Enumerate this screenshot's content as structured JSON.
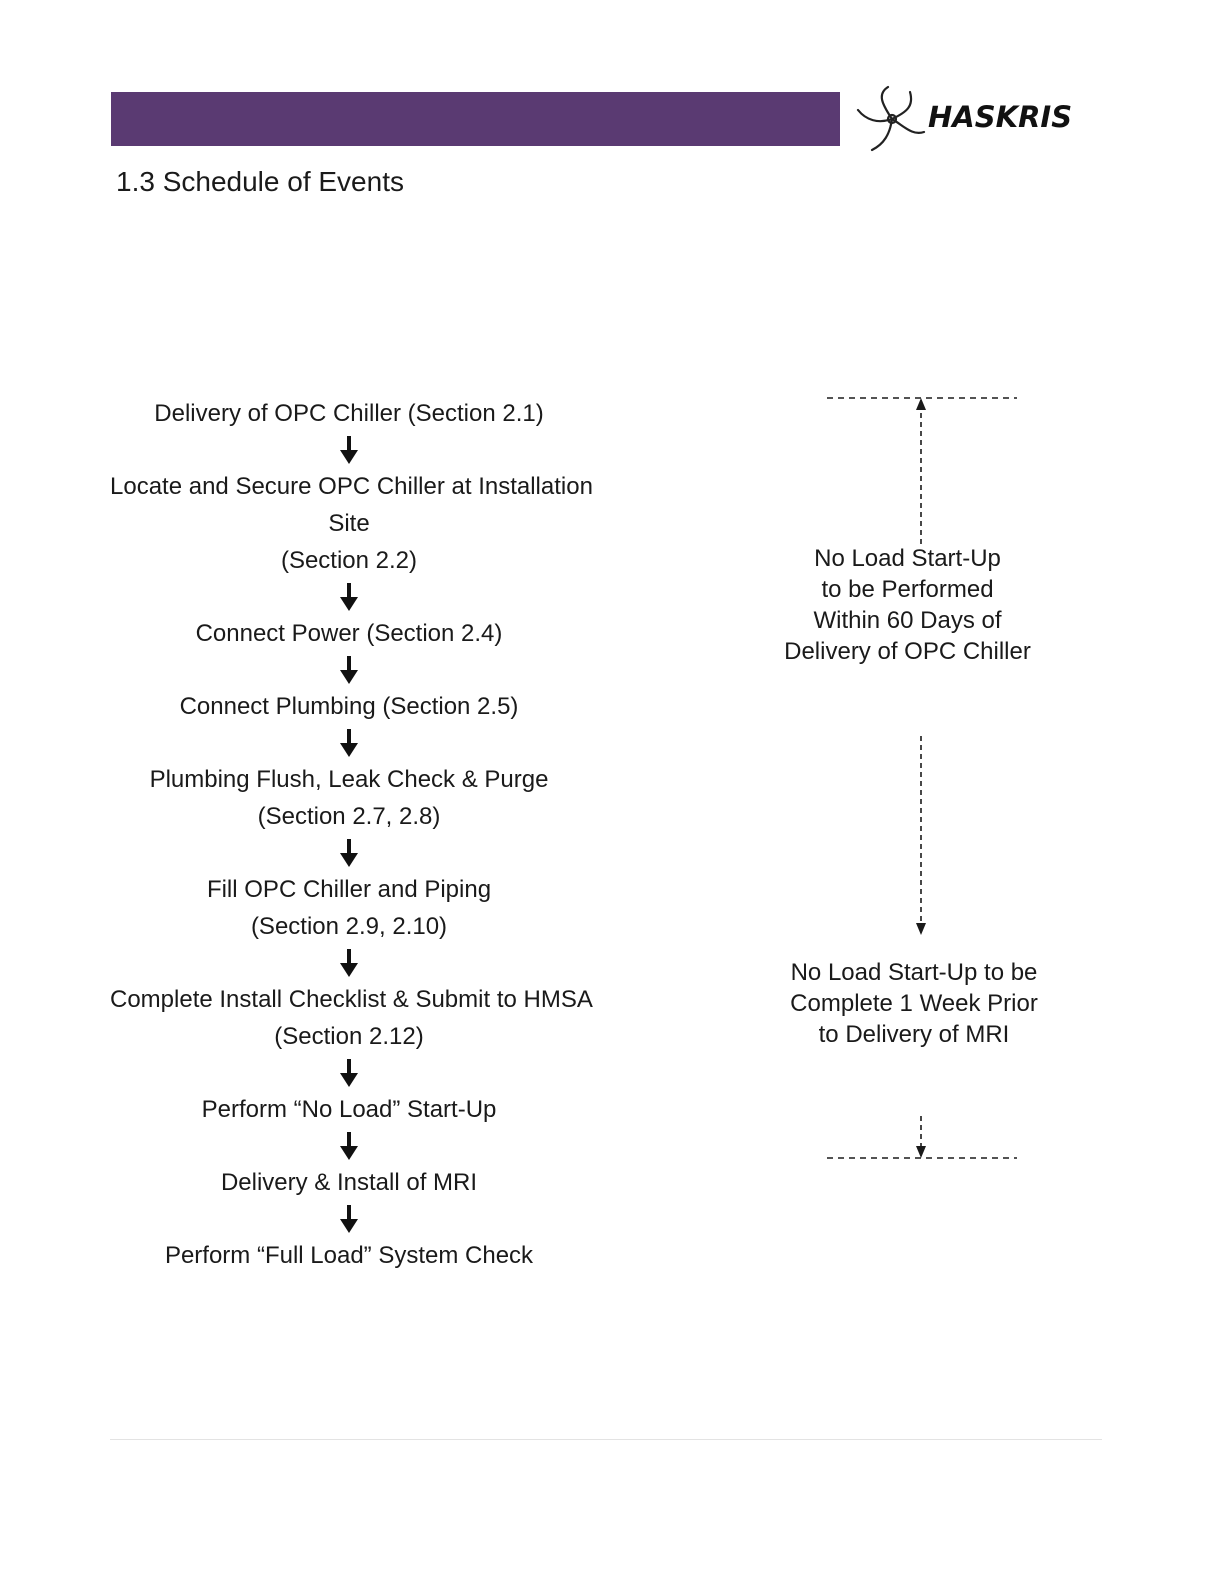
{
  "header": {
    "brand": "HASKRIS",
    "brand_color": "#5a3a72"
  },
  "section": {
    "title": "1.3 Schedule of Events"
  },
  "flow": {
    "steps": [
      {
        "lines": [
          "Delivery of OPC Chiller (Section 2.1)"
        ]
      },
      {
        "lines": [
          "Locate and Secure OPC Chiller at Installation",
          "Site",
          "(Section 2.2)"
        ]
      },
      {
        "lines": [
          "Connect Power (Section 2.4)"
        ]
      },
      {
        "lines": [
          "Connect Plumbing (Section 2.5)"
        ]
      },
      {
        "lines": [
          "Plumbing Flush, Leak Check & Purge",
          "(Section 2.7, 2.8)"
        ]
      },
      {
        "lines": [
          "Fill OPC Chiller and Piping",
          "(Section 2.9, 2.10)"
        ]
      },
      {
        "lines": [
          "Complete Install Checklist & Submit to HMSA",
          "(Section 2.12)"
        ]
      },
      {
        "lines": [
          "Perform “No Load” Start-Up"
        ]
      },
      {
        "lines": [
          "Delivery & Install of MRI"
        ]
      },
      {
        "lines": [
          "Perform “Full Load” System Check"
        ]
      }
    ],
    "arrow_icon": "down-arrow-icon"
  },
  "notes": {
    "no_load_window": [
      "No Load Start-Up",
      "to be Performed",
      "Within 60 Days of",
      "Delivery of OPC Chiller"
    ],
    "no_load_deadline": [
      "No Load Start-Up to be",
      "Complete 1 Week Prior",
      "to Delivery of MRI"
    ]
  }
}
